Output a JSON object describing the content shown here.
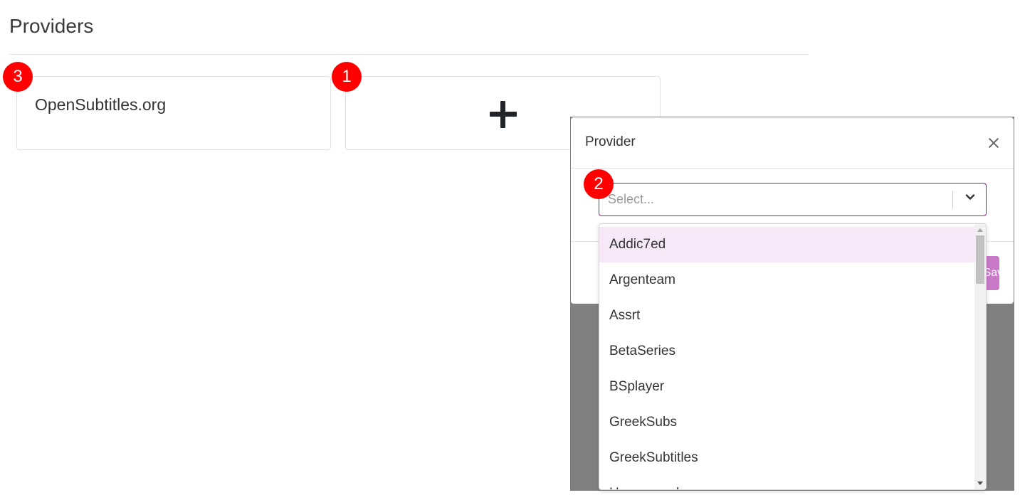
{
  "page": {
    "title": "Providers"
  },
  "cards": {
    "existing_provider": "OpenSubtitles.org",
    "add_icon": "plus-icon"
  },
  "badges": {
    "add": "1",
    "select": "2",
    "existing": "3"
  },
  "modal": {
    "title": "Provider",
    "close_icon": "close-icon",
    "select_placeholder": "Select...",
    "dropdown_icon": "chevron-down-icon",
    "footer_button_label": "Save"
  },
  "dropdown": {
    "options": [
      "Addic7ed",
      "Argenteam",
      "Assrt",
      "BetaSeries",
      "BSplayer",
      "GreekSubs",
      "GreekSubtitles",
      "Hosszupuska"
    ],
    "highlighted_index": 0
  },
  "colors": {
    "badge": "#ff0000",
    "accent": "#8e1e8e",
    "highlight": "#f6e8f6",
    "backdrop": "#808080"
  }
}
